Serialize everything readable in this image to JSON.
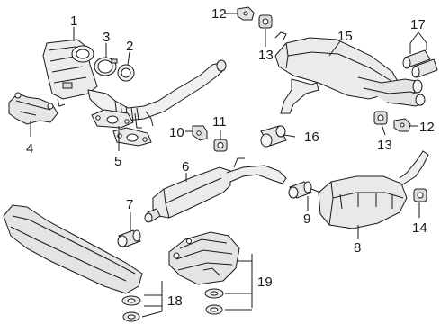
{
  "diagram": {
    "callouts": {
      "c1": "1",
      "c2": "2",
      "c3": "3",
      "c4": "4",
      "c5": "5",
      "c6": "6",
      "c7": "7",
      "c8": "8",
      "c9": "9",
      "c10": "10",
      "c11": "11",
      "c12a": "12",
      "c12b": "12",
      "c13a": "13",
      "c13b": "13",
      "c14": "14",
      "c15": "15",
      "c16": "16",
      "c17": "17",
      "c18": "18",
      "c19": "19"
    }
  }
}
